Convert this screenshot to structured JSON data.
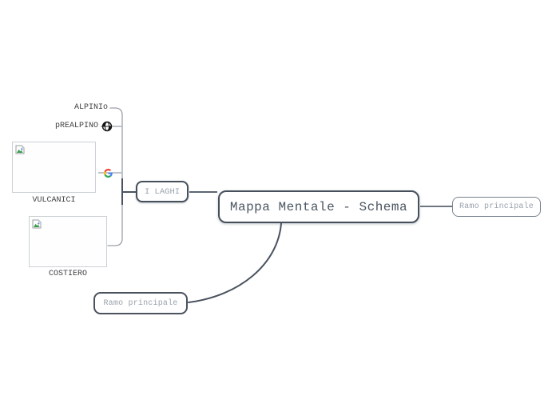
{
  "map": {
    "root": {
      "label": "Mappa Mentale - Schema"
    },
    "branch_right": {
      "label": "Ramo principale"
    },
    "branch_bottom_left": {
      "label": "Ramo principale"
    },
    "branch_i_laghi": {
      "label": "I LAGHI",
      "children": {
        "alpinio": {
          "label": "ALPINIo"
        },
        "prealpino": {
          "label": "pREALPINO",
          "icon": "globe-link-icon"
        },
        "vulcanici": {
          "label": "VULCANICI",
          "image": "broken-image-icon",
          "icon": "google-favicon-icon"
        },
        "costiero": {
          "label": "COSTIERO",
          "image": "broken-image-icon"
        }
      }
    },
    "colors": {
      "node_border": "#46505c",
      "root_text": "#4a5560",
      "muted_node_text": "#9aa2ac",
      "leaf_label_text": "#3f3f3f",
      "connector_light": "#9aa0a8",
      "connector_mid": "#6e7681",
      "connector_strong": "#49525e",
      "image_box_border": "#ccd0d4"
    }
  }
}
